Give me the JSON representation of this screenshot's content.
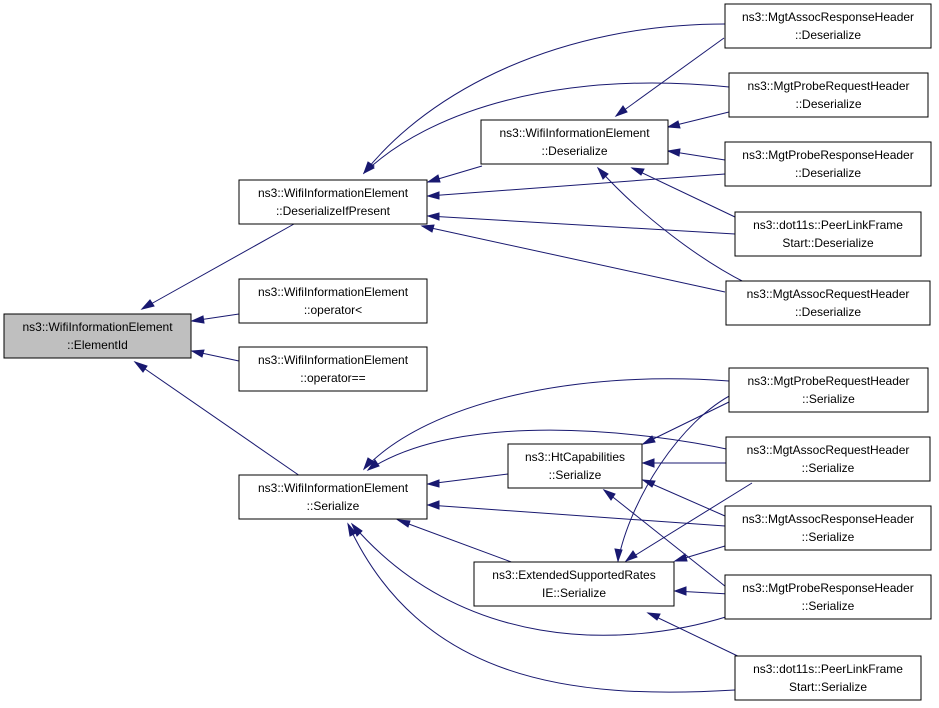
{
  "graph": {
    "type": "caller-graph",
    "colors": {
      "edge": "#191970",
      "node_fill": "#ffffff",
      "root_fill": "#bfbfbf",
      "border": "#000000"
    },
    "nodes": {
      "root": {
        "line1": "ns3::WifiInformationElement",
        "line2": "::ElementId"
      },
      "dip": {
        "line1": "ns3::WifiInformationElement",
        "line2": "::DeserializeIfPresent"
      },
      "oplt": {
        "line1": "ns3::WifiInformationElement",
        "line2": "::operator<"
      },
      "opeq": {
        "line1": "ns3::WifiInformationElement",
        "line2": "::operator=="
      },
      "ser": {
        "line1": "ns3::WifiInformationElement",
        "line2": "::Serialize"
      },
      "wdes": {
        "line1": "ns3::WifiInformationElement",
        "line2": "::Deserialize"
      },
      "htser": {
        "line1": "ns3::HtCapabilities",
        "line2": "::Serialize"
      },
      "esrser": {
        "line1": "ns3::ExtendedSupportedRates",
        "line2": "IE::Serialize"
      },
      "marespd": {
        "line1": "ns3::MgtAssocResponseHeader",
        "line2": "::Deserialize"
      },
      "mpreqd": {
        "line1": "ns3::MgtProbeRequestHeader",
        "line2": "::Deserialize"
      },
      "mprespd": {
        "line1": "ns3::MgtProbeResponseHeader",
        "line2": "::Deserialize"
      },
      "plfd": {
        "line1": "ns3::dot11s::PeerLinkFrame",
        "line2": "Start::Deserialize"
      },
      "mareqd": {
        "line1": "ns3::MgtAssocRequestHeader",
        "line2": "::Deserialize"
      },
      "mpreqs": {
        "line1": "ns3::MgtProbeRequestHeader",
        "line2": "::Serialize"
      },
      "mareqs": {
        "line1": "ns3::MgtAssocRequestHeader",
        "line2": "::Serialize"
      },
      "maresps": {
        "line1": "ns3::MgtAssocResponseHeader",
        "line2": "::Serialize"
      },
      "mpresps": {
        "line1": "ns3::MgtProbeResponseHeader",
        "line2": "::Serialize"
      },
      "plfs": {
        "line1": "ns3::dot11s::PeerLinkFrame",
        "line2": "Start::Serialize"
      }
    }
  }
}
